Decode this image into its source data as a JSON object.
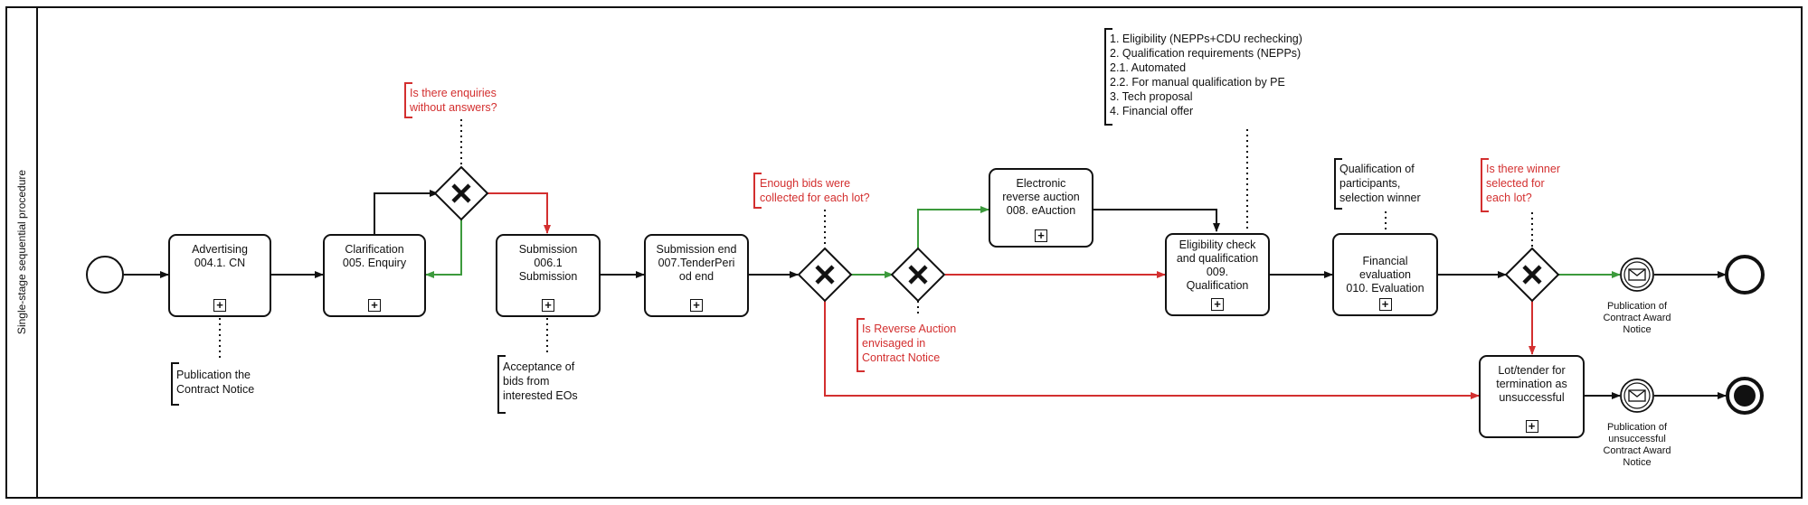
{
  "lane": {
    "label": "Single-stage sequential procedure"
  },
  "tasks": {
    "advertising": {
      "lines": [
        "Advertising",
        "004.1. CN"
      ]
    },
    "clarification": {
      "lines": [
        "Clarification",
        "005. Enquiry"
      ]
    },
    "submission": {
      "lines": [
        "Submission",
        "006.1",
        "Submission"
      ]
    },
    "submission_end": {
      "lines": [
        "Submission end",
        "007.TenderPeri",
        "od end"
      ]
    },
    "eauction": {
      "lines": [
        "Electronic",
        "reverse auction",
        "008. eAuction"
      ]
    },
    "qualification": {
      "lines": [
        "Eligibility check",
        "and qualification",
        "009.",
        "Qualification"
      ]
    },
    "evaluation": {
      "lines": [
        "Financial",
        "evaluation",
        "010. Evaluation"
      ]
    },
    "termination": {
      "lines": [
        "Lot/tender for",
        "termination as",
        "unsuccessful"
      ]
    }
  },
  "notes": {
    "publication_cn": [
      "Publication the",
      "Contract Notice"
    ],
    "acceptance": [
      "Acceptance of",
      "bids from",
      "interested EOs"
    ],
    "enquiries_q": [
      "Is there enquiries",
      "without answers?"
    ],
    "enough_bids_q": [
      "Enough bids were",
      "collected for each lot?"
    ],
    "reverse_auction_q": [
      "Is Reverse Auction",
      "envisaged in",
      "Contract Notice"
    ],
    "qualification_list": [
      "1. Eligibility (NEPPs+CDU rechecking)",
      "2. Qualification requirements (NEPPs)",
      "2.1. Automated",
      "2.2. For manual qualification by PE",
      "3. Tech proposal",
      "4. Financial offer"
    ],
    "qualification_participants": [
      "Qualification of",
      "participants,",
      "selection winner"
    ],
    "winner_q": [
      "Is there winner",
      "selected for",
      "each lot?"
    ]
  },
  "events": {
    "award_notice": [
      "Publication of",
      "Contract Award",
      "Notice"
    ],
    "unsuccessful_notice": [
      "Publication of",
      "unsuccessful",
      "Contract Award",
      "Notice"
    ]
  },
  "colors": {
    "stroke": "#111111",
    "red": "#d32f2f",
    "green": "#3c9a3c"
  },
  "icons": {
    "gateway": "exclusive-gateway-x",
    "message": "envelope",
    "subprocess": "plus-square"
  }
}
